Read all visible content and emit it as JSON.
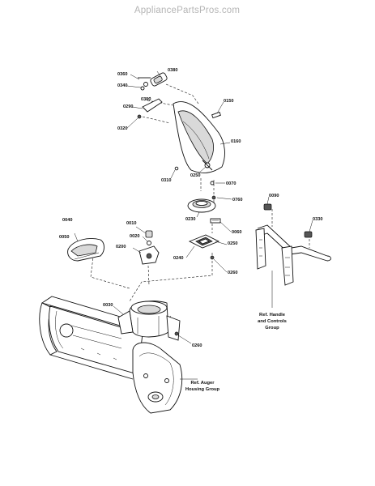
{
  "watermark": "AppliancePartsPros.com",
  "parts": {
    "p0380": "0380",
    "p0360": "0360",
    "p0340": "0340",
    "p0350": "0350",
    "p0150": "0150",
    "p0290": "0290",
    "p0320": "0320",
    "p0160": "0160",
    "p0310": "0310",
    "p0250a": "0250",
    "p0070": "0070",
    "p0760": "0760",
    "p0230": "0230",
    "p0060": "0060",
    "p0090": "0090",
    "p0330": "0330",
    "p0040": "0040",
    "p0010": "0010",
    "p0020": "0020",
    "p0050": "0050",
    "p0200": "0200",
    "p0250b": "0250",
    "p0240": "0240",
    "p0260a": "0260",
    "p0030": "0030",
    "p0260b": "0260"
  },
  "refs": {
    "handle": [
      "Ref. Handle",
      "and Controls",
      "Group"
    ],
    "auger": [
      "Ref. Auger",
      "Housing Group"
    ]
  }
}
